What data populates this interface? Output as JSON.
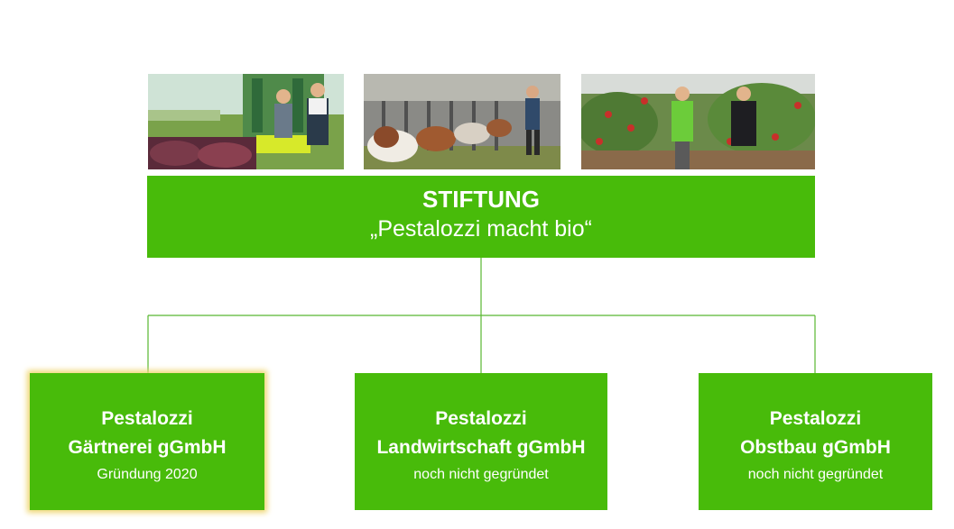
{
  "root": {
    "title": "STIFTUNG",
    "subtitle": "„Pestalozzi macht bio“"
  },
  "children": [
    {
      "name_line1": "Pestalozzi",
      "name_line2": "Gärtnerei gGmbH",
      "status": "Gründung  2020",
      "highlighted": true
    },
    {
      "name_line1": "Pestalozzi",
      "name_line2": "Landwirtschaft gGmbH",
      "status": "noch nicht gegründet",
      "highlighted": false
    },
    {
      "name_line1": "Pestalozzi",
      "name_line2": "Obstbau gGmbH",
      "status": "noch nicht gegründet",
      "highlighted": false
    }
  ],
  "photos": [
    {
      "icon": "vegetable-harvest-photo"
    },
    {
      "icon": "cow-barn-photo"
    },
    {
      "icon": "apple-orchard-photo"
    }
  ],
  "colors": {
    "box_fill": "#48bb0a",
    "connector": "#58b830",
    "highlight_glow": "#f0d775",
    "text": "#ffffff"
  }
}
